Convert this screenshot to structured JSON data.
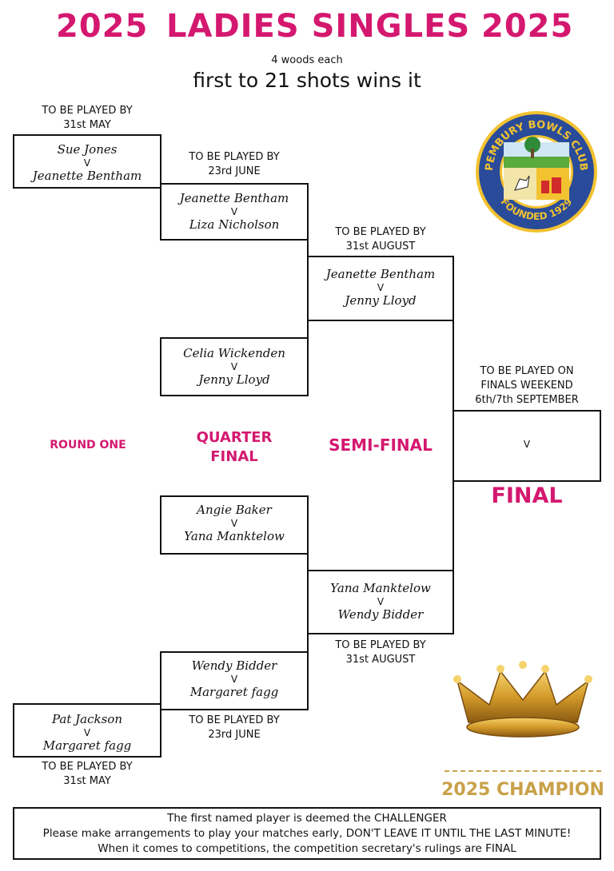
{
  "header": {
    "year_left": "2025",
    "title": "LADIES SINGLES",
    "year_right": "2025",
    "subtitle_small": "4 woods each",
    "subtitle_large": "first to 21 shots wins it"
  },
  "logo": {
    "text_top": "PEMBURY BOWLS CLUB",
    "text_bottom": "FOUNDED 1929"
  },
  "labels": {
    "round_one": "ROUND ONE",
    "quarter_final_1": "QUARTER",
    "quarter_final_2": "FINAL",
    "semi_final": "SEMI-FINAL",
    "final": "FINAL",
    "champion": "2025 CHAMPION"
  },
  "due": {
    "r1_top_1": "TO BE PLAYED BY",
    "r1_top_2": "31st MAY",
    "qf_top_1": "TO BE PLAYED BY",
    "qf_top_2": "23rd JUNE",
    "sf_top_1": "TO BE PLAYED BY",
    "sf_top_2": "31st AUGUST",
    "final_1": "TO BE PLAYED ON",
    "final_2": "FINALS WEEKEND",
    "final_3": "6th/7th SEPTEMBER",
    "sf_bot_1": "TO BE PLAYED BY",
    "sf_bot_2": "31st AUGUST",
    "qf_bot_1": "TO BE PLAYED BY",
    "qf_bot_2": "23rd JUNE",
    "r1_bot_1": "TO BE PLAYED BY",
    "r1_bot_2": "31st MAY"
  },
  "matches": {
    "r1_top": {
      "p1": "Sue Jones",
      "v": "V",
      "p2": "Jeanette Bentham"
    },
    "qf1": {
      "p1": "Jeanette Bentham",
      "v": "V",
      "p2": "Liza Nicholson"
    },
    "sf1": {
      "p1": "Jeanette Bentham",
      "v": "V",
      "p2": "Jenny Lloyd"
    },
    "qf2": {
      "p1": "Celia Wickenden",
      "v": "V",
      "p2": "Jenny Lloyd"
    },
    "final": {
      "v": "V"
    },
    "qf3": {
      "p1": "Angie Baker",
      "v": "V",
      "p2": "Yana Manktelow"
    },
    "sf2": {
      "p1": "Yana Manktelow",
      "v": "V",
      "p2": "Wendy Bidder"
    },
    "qf4": {
      "p1": "Wendy Bidder",
      "v": "V",
      "p2": "Margaret fagg"
    },
    "r1_bot": {
      "p1": "Pat Jackson",
      "v": "V",
      "p2": "Margaret fagg"
    }
  },
  "footer": {
    "line1": "The first named player is deemed the CHALLENGER",
    "line2": "Please make arrangements to play your matches early, DON'T LEAVE IT UNTIL THE LAST MINUTE!",
    "line3": "When it comes to competitions, the competition secretary's rulings are FINAL"
  },
  "colors": {
    "accent": "#d4186f",
    "gold": "#c9a14a"
  }
}
